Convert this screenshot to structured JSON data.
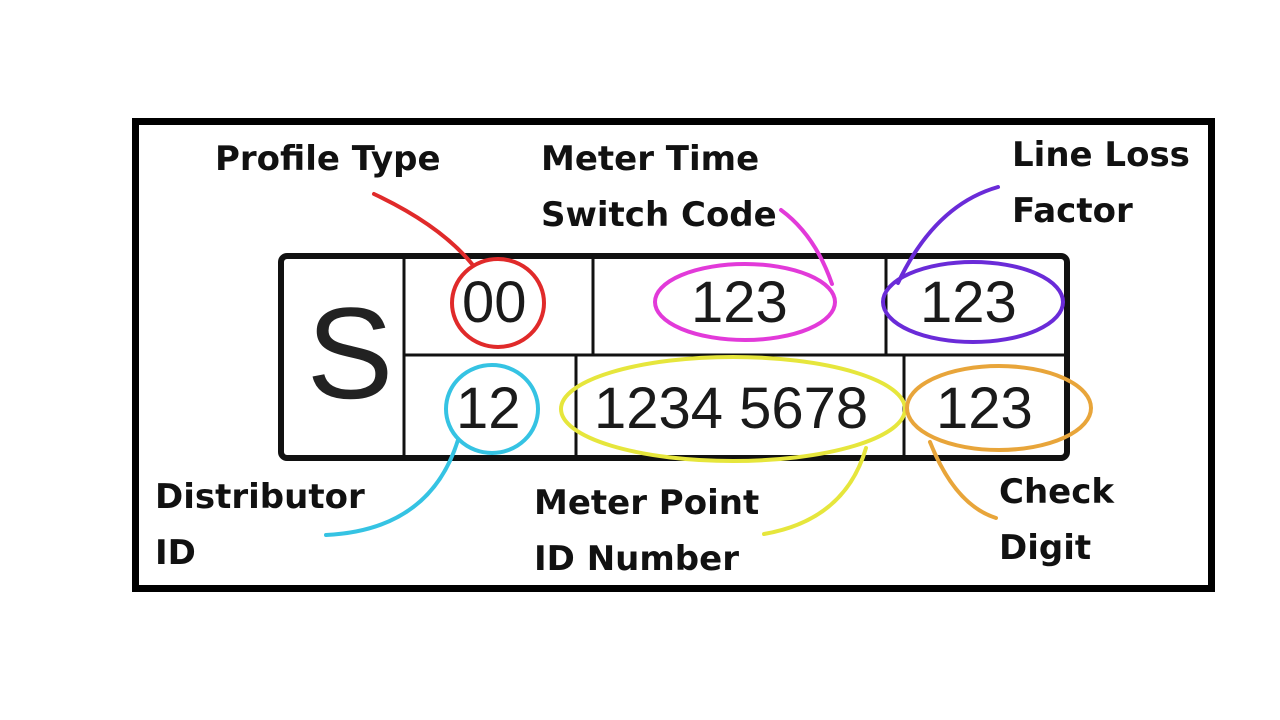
{
  "labels": {
    "profile_type": "Profile Type",
    "meter_time_switch_code": [
      "Meter Time",
      "Switch Code"
    ],
    "line_loss_factor": [
      "Line Loss",
      "Factor"
    ],
    "distributor_id": [
      "Distributor",
      "ID"
    ],
    "meter_point_id_number": [
      "Meter Point",
      "ID Number"
    ],
    "check_digit": [
      "Check",
      "Digit"
    ]
  },
  "values": {
    "supply_letter": "S",
    "profile_type": "00",
    "meter_time_switch_code": "123",
    "line_loss_factor": "123",
    "distributor_id": "12",
    "meter_point_id_number": "1234 5678",
    "check_digit": "123"
  },
  "colors": {
    "profile_type": "#e02a2a",
    "meter_time_switch_code": "#e23ad9",
    "line_loss_factor": "#6a2bd8",
    "distributor_id": "#35c3e3",
    "meter_point_id_number": "#e6e63c",
    "check_digit": "#e8a53a"
  }
}
